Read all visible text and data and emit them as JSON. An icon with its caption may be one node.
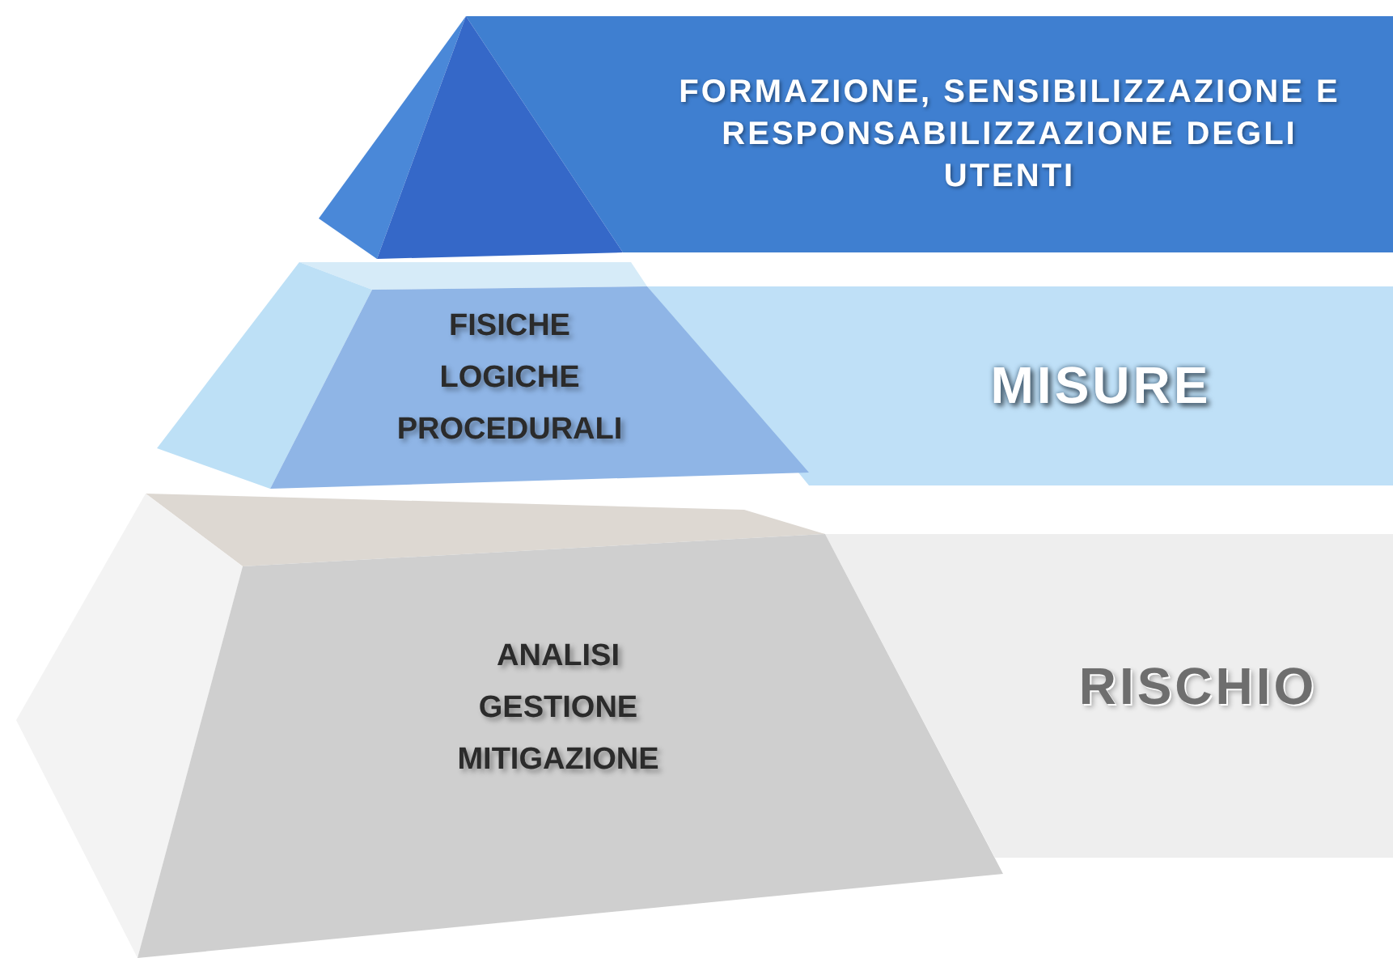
{
  "diagram": {
    "nodes": [
      {
        "text": [],
        "shape": "triangle"
      },
      {
        "text": [
          "FORMAZIONE, SENSIBILIZZAZIONE E RESPONSABILIZZAZIONE DEGLI UTENTI"
        ]
      },
      {
        "text": [
          "FISICHE",
          "LOGICHE",
          "PROCEDURALI"
        ]
      },
      {
        "text": [
          "MISURE"
        ]
      },
      {
        "text": [
          "ANALISI",
          "GESTIONE",
          "MITIGAZIONE"
        ]
      },
      {
        "text": [
          "RISCHIO"
        ]
      }
    ]
  }
}
